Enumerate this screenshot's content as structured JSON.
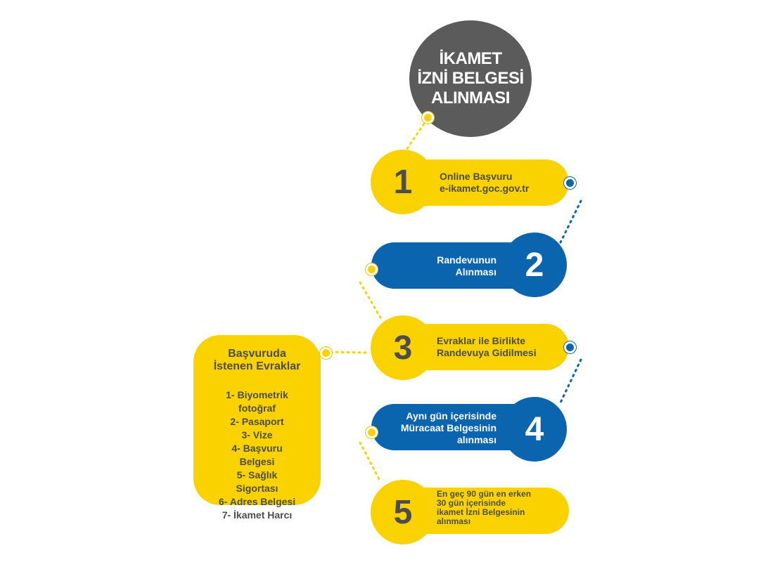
{
  "title": {
    "lines": [
      "İKAMET",
      "İZNİ BELGESİ",
      "ALINMASI"
    ]
  },
  "steps": [
    {
      "number": "1",
      "lines": [
        "Online Başvuru",
        "e-ikamet.goc.gov.tr"
      ]
    },
    {
      "number": "2",
      "lines": [
        "Randevunun",
        "Alınması"
      ]
    },
    {
      "number": "3",
      "lines": [
        "Evraklar ile Birlikte",
        "Randevuya Gidilmesi"
      ]
    },
    {
      "number": "4",
      "lines": [
        "Aynı gün içerisinde",
        "Müracaat Belgesinin",
        "alınması"
      ]
    },
    {
      "number": "5",
      "lines": [
        "En geç 90 gün en erken",
        "30 gün içerisinde",
        "ikamet İzni Belgesinin",
        "alınması"
      ]
    }
  ],
  "documents": {
    "title_lines": [
      "Başvuruda",
      "İstenen Evraklar"
    ],
    "items": [
      "1- Biyometrik fotoğraf",
      "2- Pasaport",
      "3- Vize",
      "4- Başvuru Belgesi",
      "5- Sağlık Sigortası",
      "6- Adres Belgesi",
      "7- İkamet Harcı"
    ]
  },
  "colors": {
    "yellow": "#fad200",
    "blue": "#0b64ae",
    "gray": "#5b5b5b",
    "text_dark": "#4d4d4d"
  }
}
